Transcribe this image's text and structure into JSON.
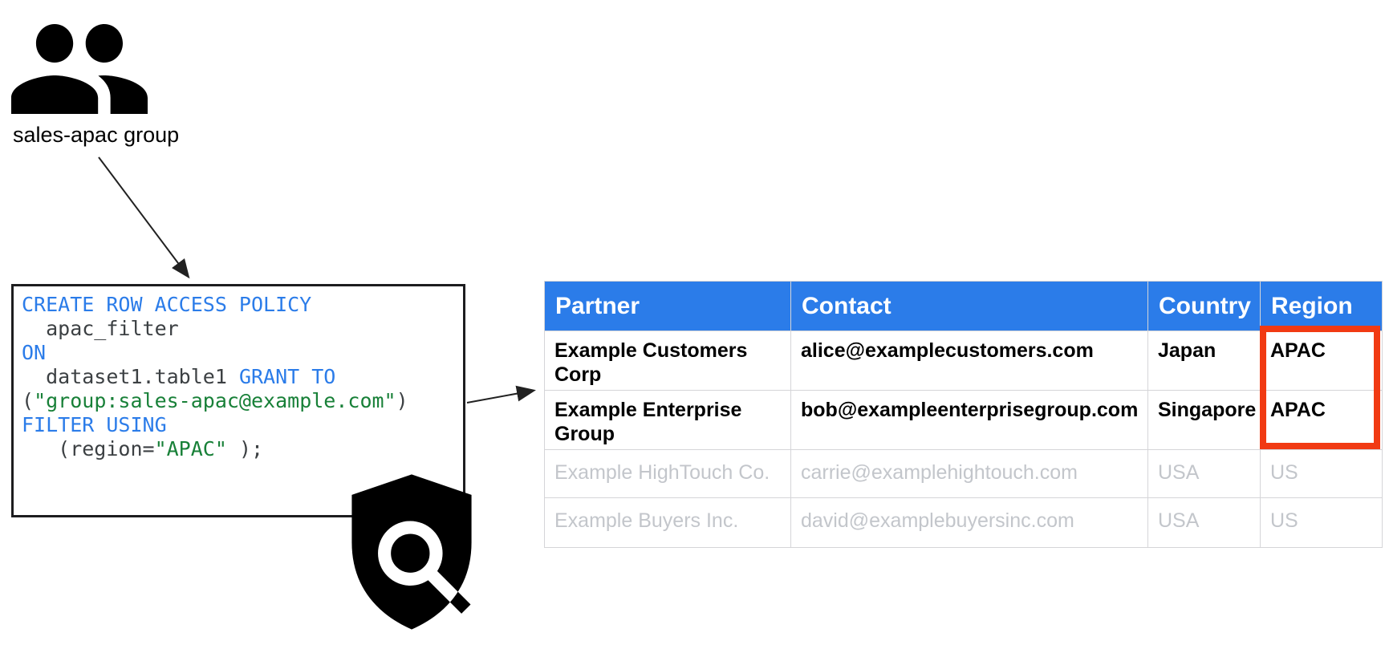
{
  "diagram": {
    "group_label": "sales-apac group",
    "icons": {
      "group": "people-icon",
      "policy": "shield-search-icon"
    }
  },
  "code_box": {
    "lines": [
      [
        {
          "text": "CREATE ROW ACCESS POLICY",
          "type": "keyword"
        }
      ],
      [
        {
          "text": "  apac_filter",
          "type": "plain"
        }
      ],
      [
        {
          "text": "ON",
          "type": "keyword"
        }
      ],
      [
        {
          "text": "  dataset1.table1 ",
          "type": "plain"
        },
        {
          "text": "GRANT TO",
          "type": "keyword"
        }
      ],
      [
        {
          "text": "(",
          "type": "plain"
        },
        {
          "text": "\"group:sales-apac@example.com\"",
          "type": "string"
        },
        {
          "text": ")",
          "type": "plain"
        }
      ],
      [
        {
          "text": "FILTER USING",
          "type": "keyword"
        }
      ],
      [
        {
          "text": "   (region=",
          "type": "plain"
        },
        {
          "text": "\"APAC\"",
          "type": "string"
        },
        {
          "text": " );",
          "type": "plain"
        }
      ]
    ]
  },
  "table": {
    "headers": [
      "Partner",
      "Contact",
      "Country",
      "Region"
    ],
    "rows": [
      {
        "style": "granted",
        "cells": [
          "Example Customers Corp",
          "alice@examplecustomers.com",
          "Japan",
          "APAC"
        ]
      },
      {
        "style": "granted",
        "cells": [
          "Example Enterprise Group",
          "bob@exampleenterprisegroup.com",
          "Singapore",
          "APAC"
        ]
      },
      {
        "style": "filtered",
        "cells": [
          "Example HighTouch Co.",
          "carrie@examplehightouch.com",
          "USA",
          "US"
        ]
      },
      {
        "style": "filtered",
        "cells": [
          "Example Buyers Inc.",
          "david@examplebuyersinc.com",
          "USA",
          "US"
        ]
      }
    ]
  },
  "colors": {
    "header_bg": "#2b7ce9",
    "keyword": "#2b7ce9",
    "string": "#188038",
    "code_plain": "#3c4043",
    "granted_text": "#000000",
    "filtered_text": "#c3c6cb",
    "highlight": "#f13a13",
    "table_border": "#d5d5d8"
  }
}
